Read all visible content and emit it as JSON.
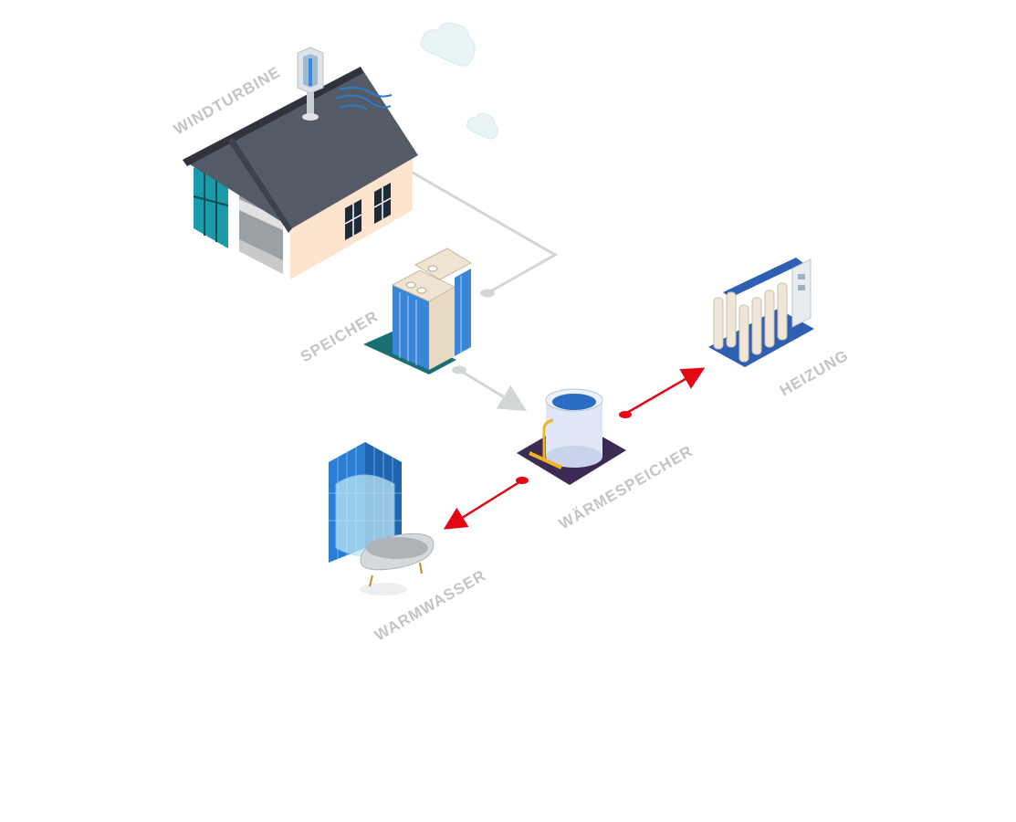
{
  "labels": {
    "windturbine": "WINDTURBINE",
    "speicher": "SPEICHER",
    "heizung": "HEIZUNG",
    "waermespeicher": "WÄRMESPEICHER",
    "warmwasser": "WARMWASSER"
  },
  "colors": {
    "label_text": "#c4c4c4",
    "connector_grey": "#d2d6d4",
    "connector_red": "#e30613",
    "roof": "#545b66",
    "wall": "#fde4cf",
    "glass": "#1b9aaa",
    "building_blue": "#3a86d9",
    "tank_body": "#dfe6f5",
    "tank_water": "#2b6cc4",
    "tile_blue": "#2a7fd4",
    "heater_blue": "#2f5fb3",
    "cloud": "#e8f4f6"
  },
  "icons": [
    "house-icon",
    "wind-turbine-icon",
    "wind-icon",
    "storage-building-icon",
    "heat-storage-tank-icon",
    "heater-icon",
    "shower-bath-icon",
    "cloud-icon"
  ]
}
